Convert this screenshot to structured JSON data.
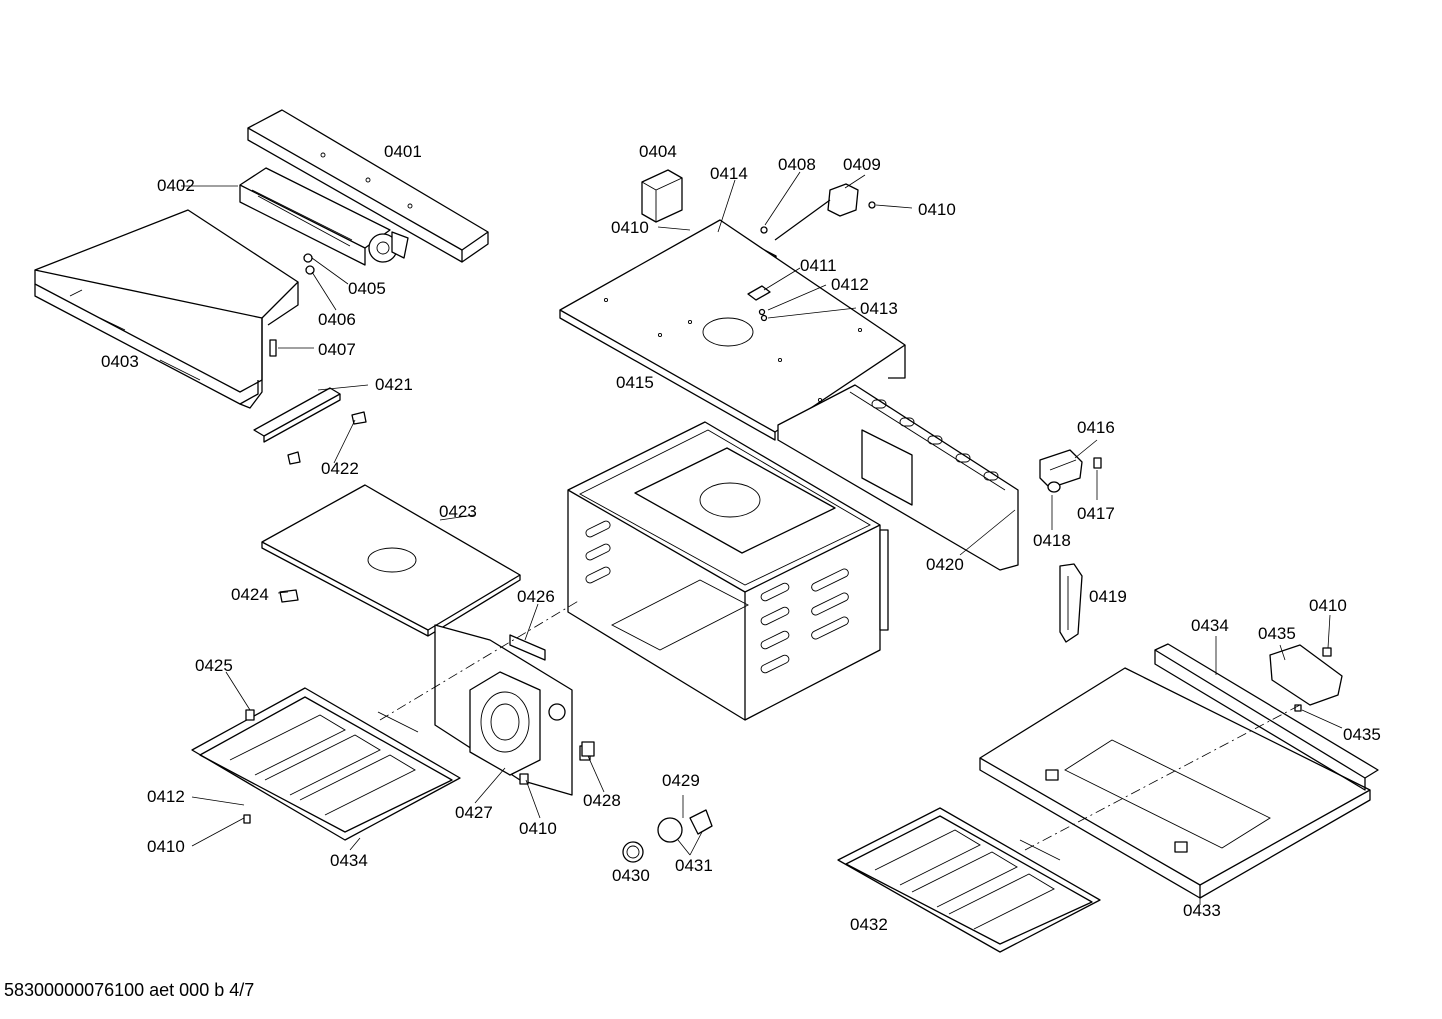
{
  "drawing_id": "58300000076100 aet 000 b 4/7",
  "part_labels": [
    "0401",
    "0402",
    "0403",
    "0404",
    "0405",
    "0406",
    "0407",
    "0408",
    "0409",
    "0410",
    "0411",
    "0412",
    "0413",
    "0414",
    "0415",
    "0416",
    "0417",
    "0418",
    "0419",
    "0420",
    "0421",
    "0422",
    "0423",
    "0424",
    "0425",
    "0426",
    "0427",
    "0428",
    "0429",
    "0430",
    "0431",
    "0432",
    "0433",
    "0434",
    "0435"
  ]
}
